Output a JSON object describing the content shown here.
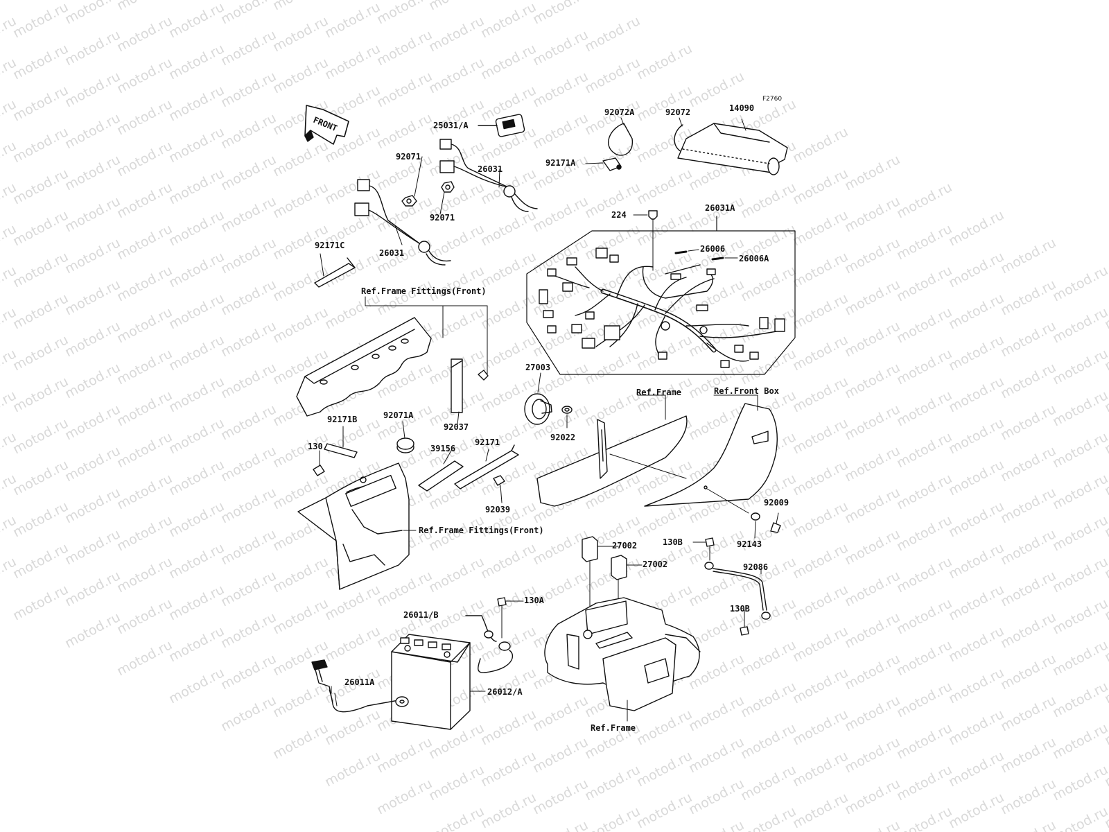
{
  "figure_code": "F2760",
  "watermark_text": "motod.ru",
  "front_arrow": "FRONT",
  "parts": {
    "p25031A": "25031/A",
    "p26031_top": "26031",
    "p92071_top": "92071",
    "p92071_mid": "92071",
    "p26031_left": "26031",
    "p92171C": "92171C",
    "p92072A": "92072A",
    "p92072": "92072",
    "p14090": "14090",
    "p92171A": "92171A",
    "p224": "224",
    "p26031A": "26031A",
    "p26006": "26006",
    "p26006A": "26006A",
    "p27003": "27003",
    "p92022": "92022",
    "p92171B": "92171B",
    "p92071A": "92071A",
    "p92037": "92037",
    "p130": "130",
    "p39156": "39156",
    "p92171": "92171",
    "p92039": "92039",
    "p92009": "92009",
    "p92143": "92143",
    "p130B_top": "130B",
    "p27002_a": "27002",
    "p27002_b": "27002",
    "p92086": "92086",
    "p130B_bottom": "130B",
    "p130A": "130A",
    "p26011B": "26011/B",
    "p26011A": "26011A",
    "p26012A": "26012/A"
  },
  "references": {
    "frame_fittings_top": "Ref.Frame Fittings(Front)",
    "frame_fittings_bottom": "Ref.Frame Fittings(Front)",
    "frame_mid": "Ref.Frame",
    "front_box": "Ref.Front Box",
    "frame_bottom": "Ref.Frame"
  }
}
